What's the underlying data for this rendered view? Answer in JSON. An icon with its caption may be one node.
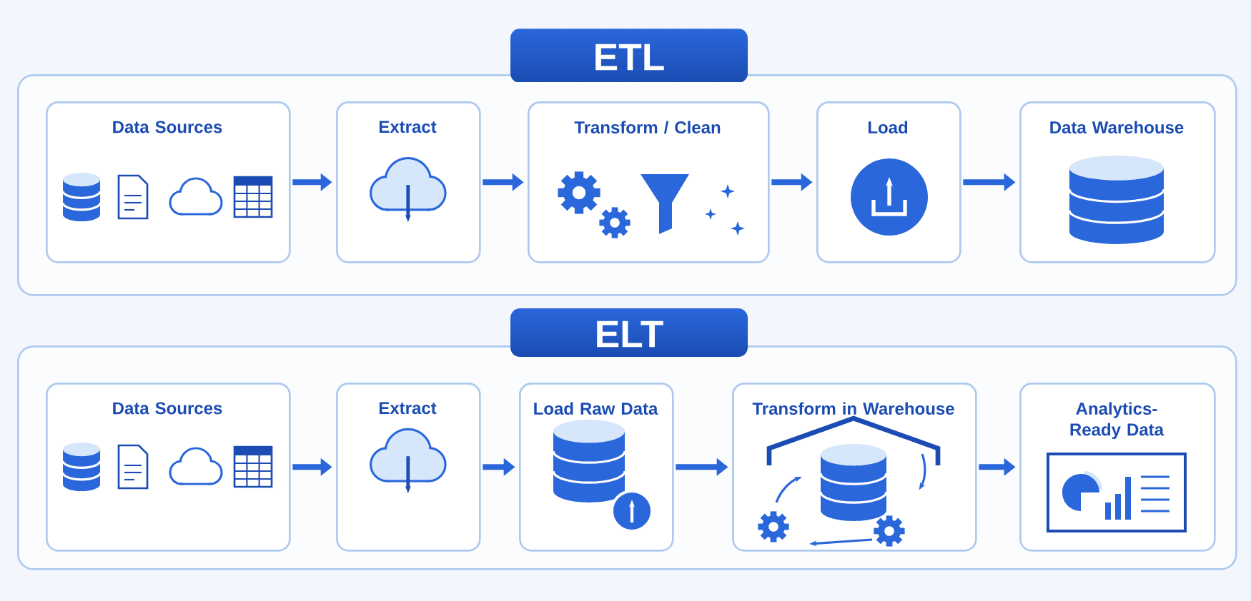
{
  "diagram": {
    "nodes": [
      {
        "text": [
          "ETL"
        ]
      },
      {
        "text": [
          "Data Sources"
        ],
        "in": 0
      },
      {
        "text": [
          "Extract"
        ],
        "in": 0
      },
      {
        "text": [
          "Transform / Clean"
        ],
        "in": 0
      },
      {
        "text": [
          "Load"
        ],
        "in": 0
      },
      {
        "text": [
          "Data Warehouse"
        ],
        "in": 0
      },
      {
        "text": [
          "ELT"
        ]
      },
      {
        "text": [
          "Data Sources"
        ],
        "in": 6
      },
      {
        "text": [
          "Extract"
        ],
        "in": 6
      },
      {
        "text": [
          "Load Raw Data"
        ],
        "in": 6
      },
      {
        "text": [
          "Transform in Warehouse"
        ],
        "in": 6
      },
      {
        "text": [
          "Analytics-Ready Data"
        ],
        "in": 6
      }
    ],
    "edges": [
      {
        "from": 1,
        "to": 2,
        "arrow": "to"
      },
      {
        "from": 2,
        "to": 3,
        "arrow": "to"
      },
      {
        "from": 3,
        "to": 4,
        "arrow": "to"
      },
      {
        "from": 4,
        "to": 5,
        "arrow": "to"
      },
      {
        "from": 7,
        "to": 8,
        "arrow": "to"
      },
      {
        "from": 8,
        "to": 9,
        "arrow": "to"
      },
      {
        "from": 9,
        "to": 10,
        "arrow": "to"
      },
      {
        "from": 10,
        "to": 11,
        "arrow": "to"
      }
    ]
  }
}
